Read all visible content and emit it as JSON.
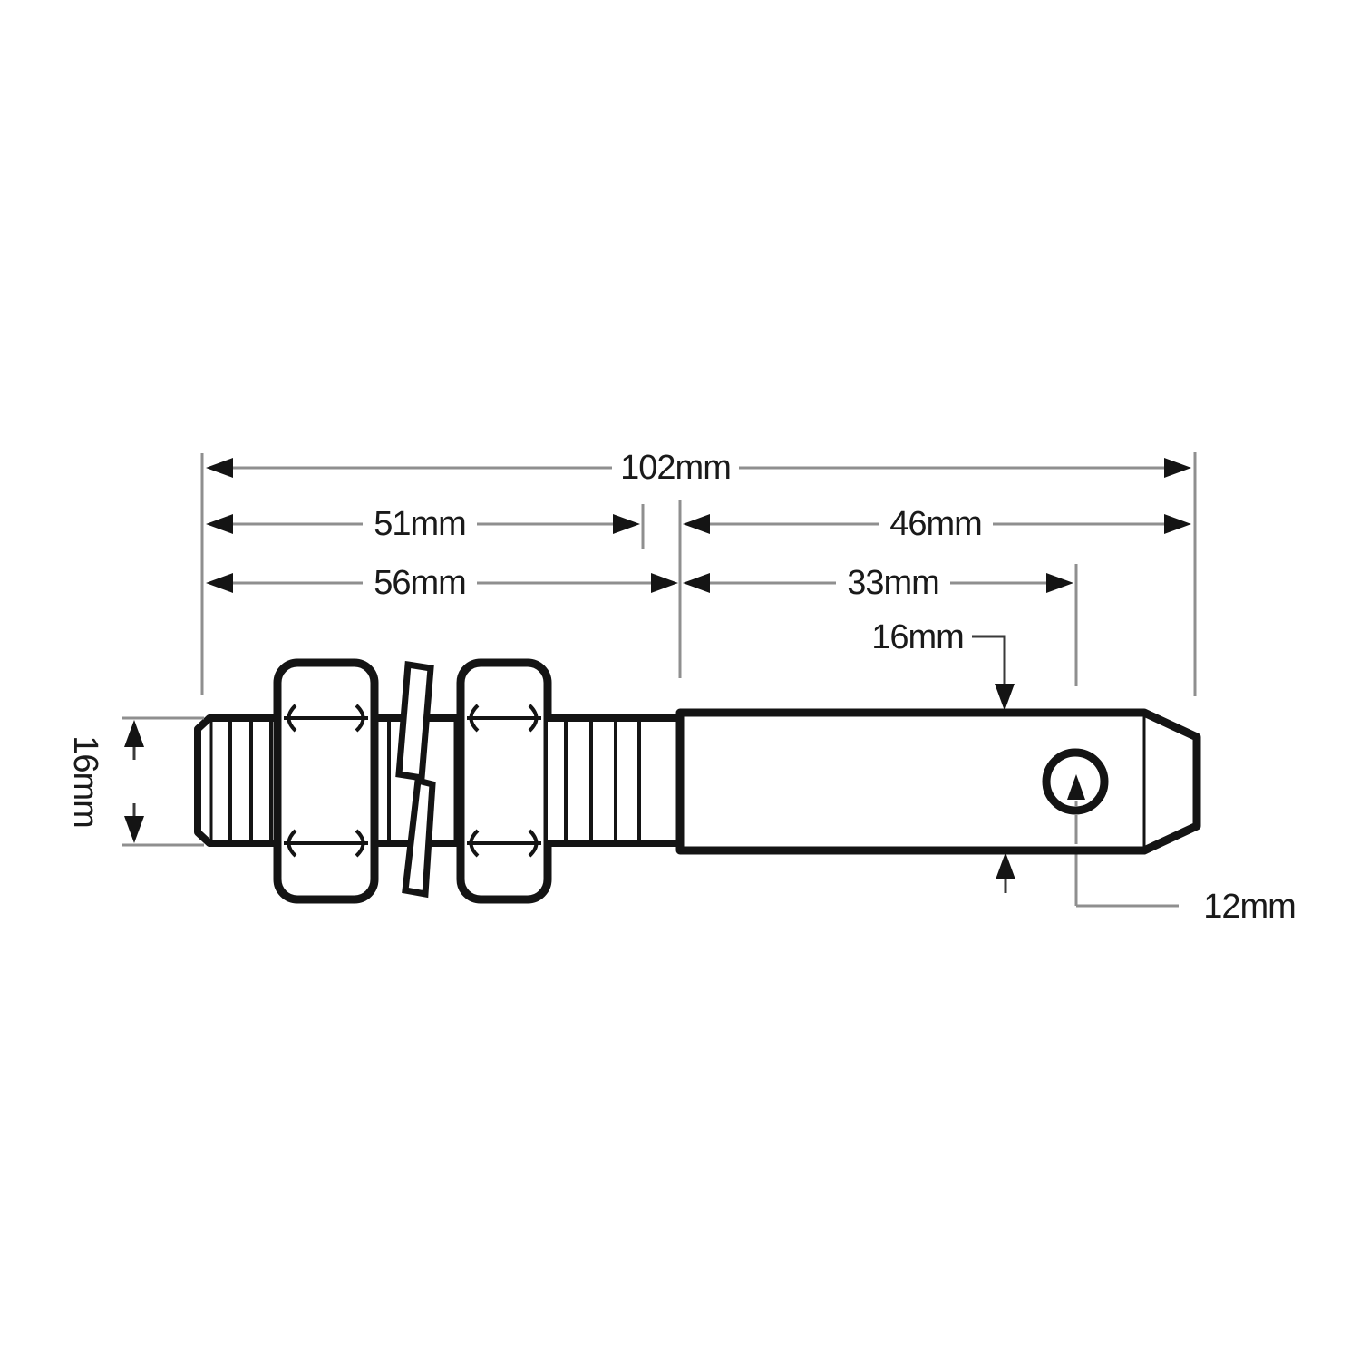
{
  "drawing": {
    "title": "Implement mounting pin side-view technical drawing",
    "labels": {
      "overall_length": "102mm",
      "thread_length": "51mm",
      "pin_working_length": "46mm",
      "threaded_section_length": "56mm",
      "hole_centre_distance": "33mm",
      "pin_diameter": "16mm",
      "thread_diameter": "16mm",
      "hole_diameter": "12mm"
    },
    "colors": {
      "background": "#ffffff",
      "part_ink": "#141414",
      "dimension_line": "#8f8f8f",
      "leader_line": "#3a3a3a",
      "label_text": "#1a1a1a"
    }
  }
}
